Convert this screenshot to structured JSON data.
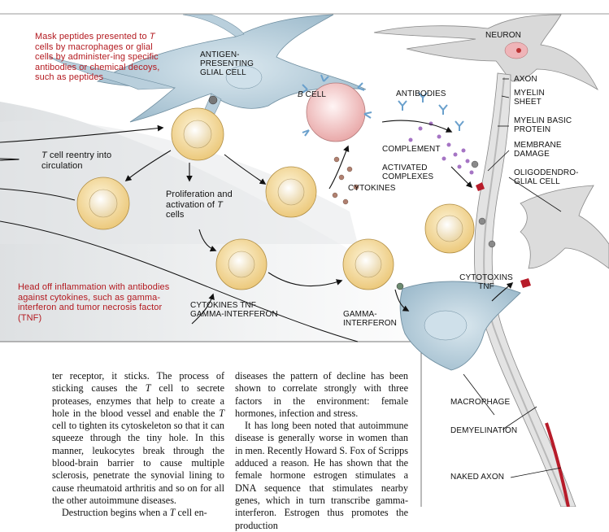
{
  "labels": {
    "neuron": "NEURON",
    "axon": "AXON",
    "myelin_sheet": "MYELIN SHEET",
    "myelin_basic_protein": "MYELIN BASIC PROTEIN",
    "membrane_damage": "MEMBRANE DAMAGE",
    "oligodendroglial_cell": "OLIGODENDRO- GLIAL CELL",
    "antigen_presenting_glial_cell": "ANTIGEN- PRESENTING GLIAL CELL",
    "b_cell_letter": "B",
    "b_cell_word": " CELL",
    "antibodies": "ANTIBODIES",
    "complement": "COMPLEMENT",
    "activated_complexes": "ACTIVATED COMPLEXES",
    "cytokines_top": "CYTOKINES",
    "t_cell_reentry_letter": "T",
    "t_cell_reentry_rest": " cell reentry into circulation",
    "proliferation_pre": "Proliferation and activation of ",
    "proliferation_letter": "T",
    "proliferation_post": " cells",
    "cytotoxins_tnf": "CYTOTOXINS TNF",
    "cytokines_bottom": "CYTOKINES TNF GAMMA-INTERFERON",
    "gamma_interferon": "GAMMA- INTERFERON",
    "macrophage": "MACROPHAGE",
    "demyelination": "DEMYELINATION",
    "naked_axon": "NAKED AXON"
  },
  "callouts": {
    "mask_pre": "Mask peptides presented to ",
    "mask_letter": "T",
    "mask_post": " cells by macrophages or glial cells by administer-ing specific antibodies or chemical decoys, such as peptides",
    "head_off": "Head off inflammation with antibodies against cytokines, such as gamma-interferon and tumor necrosis factor (TNF)"
  },
  "article": {
    "col1_p1_a": "ter receptor, it sticks. The process of sticking causes the ",
    "col1_p1_T1": "T",
    "col1_p1_b": " cell to secrete proteases, enzymes that help to create a hole in the blood vessel and enable the ",
    "col1_p1_T2": "T",
    "col1_p1_c": " cell to tighten its cytoskeleton so that it can squeeze through the tiny hole. In this manner, leukocytes break through the blood-brain barrier to cause multiple sclerosis, penetrate the synovial lining to cause rheumatoid arthritis and so on for all the other autoimmune diseases.",
    "col1_p2_a": "Destruction begins when a ",
    "col1_p2_T": "T",
    "col1_p2_b": " cell en-",
    "col2_p1": "diseases the pattern of decline has been shown to correlate strongly with three factors in the environment: female hormones, infection and stress.",
    "col2_p2": "It has long been noted that autoimmune disease is generally worse in women than in men. Recently Howard S. Fox of Scripps adduced a reason. He has shown that the female hormone estrogen stimulates a DNA sequence that stimulates nearby genes, which in turn transcribe gamma-interferon. Estrogen thus promotes the production"
  },
  "colors": {
    "callout_red": "#b3191f",
    "tcell_fill": "#f6dfa6",
    "bcell_fill": "#f3c8c8",
    "glia_fill": "#b9cfdc",
    "neuron_fill": "#e3e3e3"
  }
}
